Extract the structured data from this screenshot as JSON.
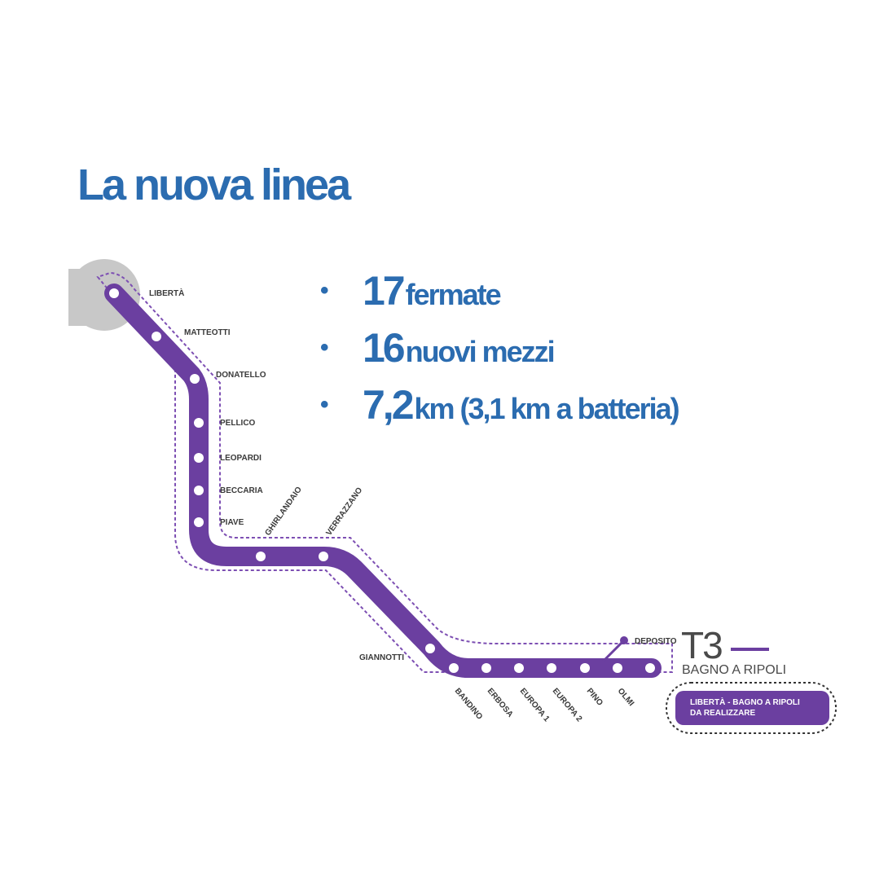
{
  "title": "La nuova linea",
  "colors": {
    "title": "#2b6cb0",
    "line": "#6b3fa0",
    "line_light": "#7d4fb3",
    "station": "#ffffff",
    "label": "#3a3a3a",
    "terminus_circle": "#c8c8c8"
  },
  "stats": [
    {
      "bullet": "•",
      "big": "17",
      "rest": "fermate"
    },
    {
      "bullet": "•",
      "big": "16",
      "rest": "nuovi mezzi"
    },
    {
      "bullet": "•",
      "big": "7,2",
      "rest": "km (3,1 km a batteria)"
    }
  ],
  "stations": {
    "liberta": "LIBERTÀ",
    "matteotti": "MATTEOTTI",
    "donatello": "DONATELLO",
    "pellico": "PELLICO",
    "leopardi": "LEOPARDI",
    "beccaria": "BECCARIA",
    "piave": "PIAVE",
    "ghirlandaio": "GHIRLANDAIO",
    "verrazzano": "VERRAZZANO",
    "giannotti": "GIANNOTTI",
    "bandino": "BANDINO",
    "erbosa": "ERBOSA",
    "europa1": "EUROPA 1",
    "europa2": "EUROPA 2",
    "pino": "PINO",
    "olmi": "OLMI",
    "deposito": "DEPOSITO"
  },
  "line": {
    "name": "T3",
    "destination": "BAGNO A RIPOLI"
  },
  "legend": {
    "line1": "LIBERTÀ - BAGNO A RIPOLI",
    "line2": "DA REALIZZARE"
  }
}
